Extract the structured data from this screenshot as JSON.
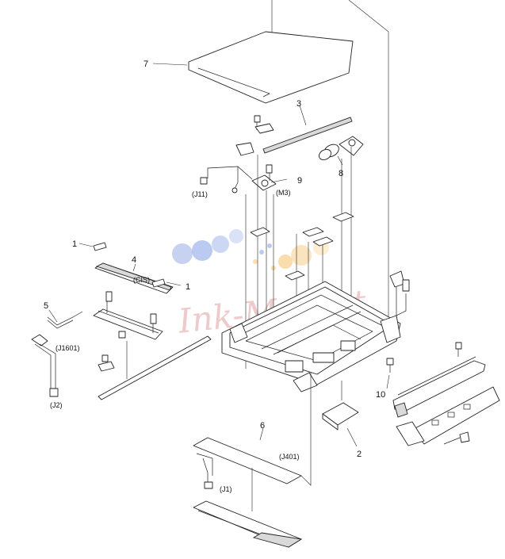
{
  "callouts": {
    "c1a": "1",
    "c1b": "1",
    "c2": "2",
    "c3": "3",
    "c4": "4",
    "c5": "5",
    "c6": "6",
    "c7": "7",
    "c8": "8",
    "c9": "9",
    "c10": "10"
  },
  "connectors": {
    "j11": "(J11)",
    "m3": "(M3)",
    "cis": "(CIS)",
    "j1601": "(J1601)",
    "j2": "(J2)",
    "j401": "(J401)",
    "j1": "(J1)"
  },
  "watermark": {
    "text": "Ink-Market",
    "dot_colors": [
      "#9fb8ef",
      "#a9c3f2",
      "#c7d7f4",
      "#f7d28f",
      "#f9e0a8",
      "#fbe9c4"
    ]
  }
}
